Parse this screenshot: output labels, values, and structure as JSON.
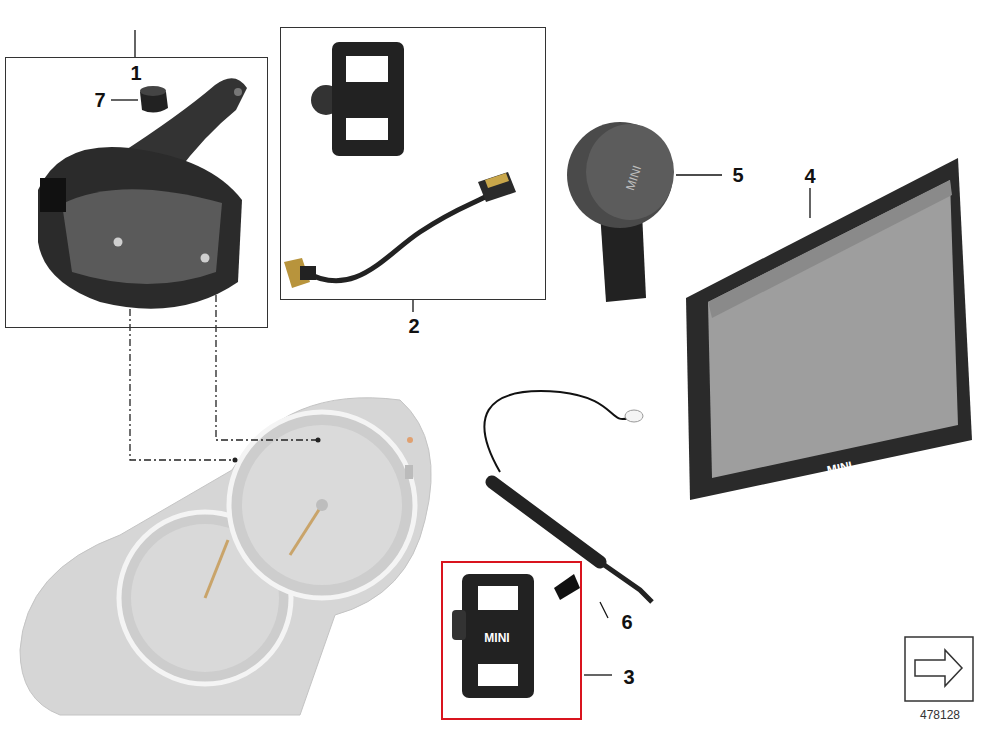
{
  "diagram": {
    "nodes": [
      {
        "text": [
          "1"
        ]
      },
      {
        "text": [
          "2"
        ]
      },
      {
        "text": [
          "3"
        ]
      }
    ],
    "labels": [
      "7",
      "5",
      "4",
      "MINI",
      "MINI",
      "6",
      "MINI",
      "478128"
    ]
  }
}
